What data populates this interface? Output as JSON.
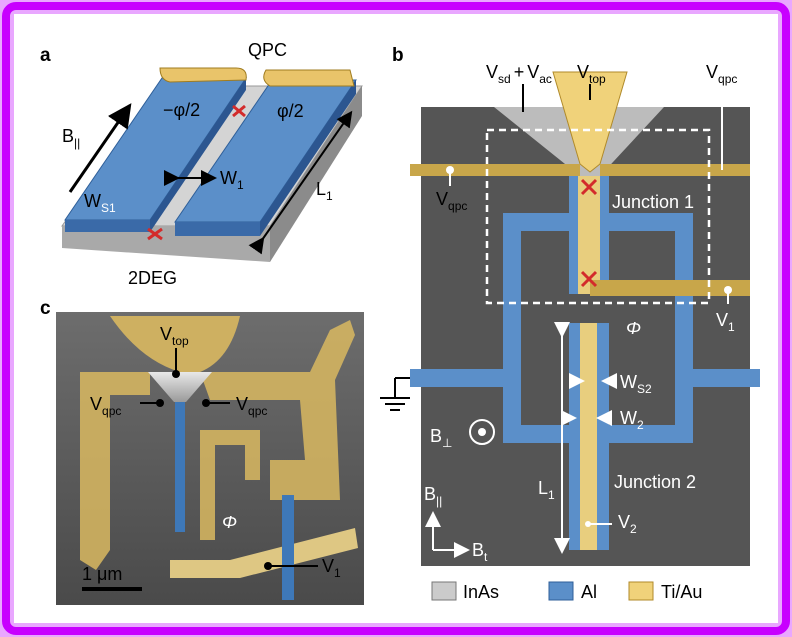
{
  "figure": {
    "frame_color": "#c800ff",
    "panel_a": {
      "letter": "a",
      "qpc_label": "QPC",
      "bpar_base": "B",
      "bpar_sub": "||",
      "phase_left": "−φ/2",
      "phase_right": "φ/2",
      "w1_base": "W",
      "w1_sub": "1",
      "ws1_base": "W",
      "ws1_sub": "S1",
      "l1_base": "L",
      "l1_sub": "1",
      "substrate_label": "2DEG"
    },
    "panel_b": {
      "letter": "b",
      "vsd_base": "V",
      "vsd_sub": "sd",
      "plus": "+",
      "vac_base": "V",
      "vac_sub": "ac",
      "vtop_base": "V",
      "vtop_sub": "top",
      "vqpc_base": "V",
      "vqpc_sub": "qpc",
      "junction1": "Junction 1",
      "junction2": "Junction 2",
      "flux": "Φ",
      "v1_base": "V",
      "v1_sub": "1",
      "v2_base": "V",
      "v2_sub": "2",
      "ws2_base": "W",
      "ws2_sub": "S2",
      "w2_base": "W",
      "w2_sub": "2",
      "bperp_base": "B",
      "bperp_sub": "⊥",
      "l1_base": "L",
      "l1_sub": "1",
      "bpar_base": "B",
      "bpar_sub": "||",
      "bt_base": "B",
      "bt_sub": "t"
    },
    "panel_c": {
      "letter": "c",
      "vtop_base": "V",
      "vtop_sub": "top",
      "vqpc_base": "V",
      "vqpc_sub": "qpc",
      "flux": "Φ",
      "v1_base": "V",
      "v1_sub": "1",
      "scale_label": "1 μm"
    },
    "legend": [
      {
        "label": "InAs",
        "color": "#cbcbcb"
      },
      {
        "label": "Al",
        "color": "#5b8fc9"
      },
      {
        "label": "Ti/Au",
        "color": "#f0d27a"
      }
    ]
  }
}
